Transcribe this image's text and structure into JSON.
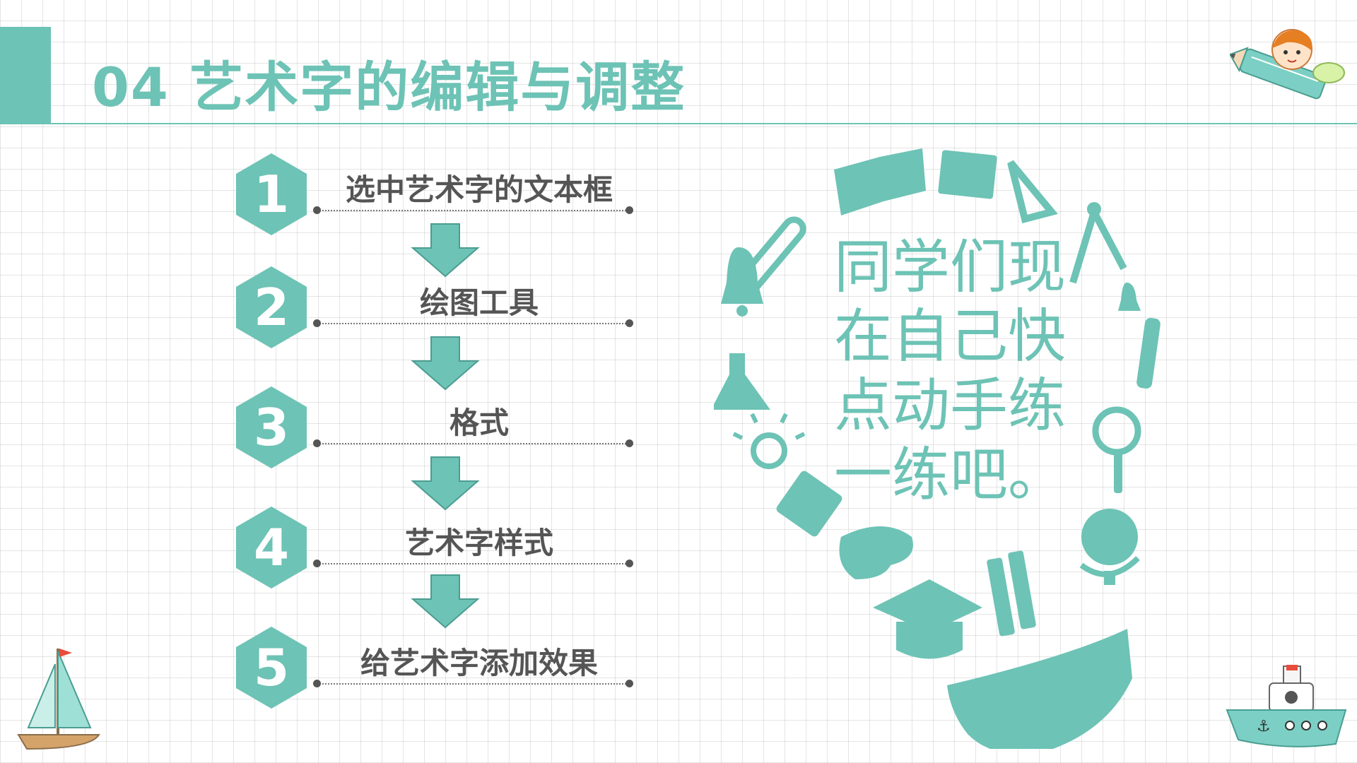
{
  "title": "04  艺术字的编辑与调整",
  "steps": [
    {
      "num": "1",
      "label": "选中艺术字的文本框"
    },
    {
      "num": "2",
      "label": "绘图工具"
    },
    {
      "num": "3",
      "label": "格式"
    },
    {
      "num": "4",
      "label": "艺术字样式"
    },
    {
      "num": "5",
      "label": "给艺术字添加效果"
    }
  ],
  "bulb_text": "同学们现在自己快点动手练一练吧。",
  "colors": {
    "accent": "#6dc3b5",
    "text": "#555555"
  },
  "icons": [
    "book-icon",
    "notepad-icon",
    "triangle-ruler-icon",
    "test-tube-icon",
    "compass-icon",
    "bell-icon",
    "pen-icon",
    "flask-icon",
    "light-bulb-icon",
    "magnifier-icon",
    "calculator-icon",
    "palette-icon",
    "globe-icon",
    "graduation-cap-icon",
    "pencils-icon",
    "girl-pencil-illustration",
    "sailboat-illustration",
    "ship-illustration"
  ]
}
